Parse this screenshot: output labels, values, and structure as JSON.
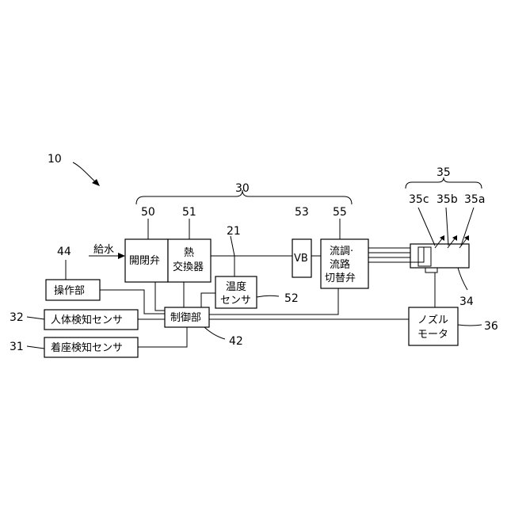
{
  "references": {
    "system": "10",
    "group_30": "30",
    "group_35": "35",
    "valve_50": "50",
    "heat_exchanger_51": "51",
    "pipe_21": "21",
    "vb_53": "53",
    "flow_valve_55": "55",
    "operation_44": "44",
    "human_sensor_32": "32",
    "seat_sensor_31": "31",
    "temp_sensor_52": "52",
    "controller_42": "42",
    "nozzle_34": "34",
    "motor_36": "36",
    "nozzle_35a": "35a",
    "nozzle_35b": "35b",
    "nozzle_35c": "35c"
  },
  "labels": {
    "water_supply": "給水",
    "open_close_valve": "開閉弁",
    "heat_exchanger_line1": "熱",
    "heat_exchanger_line2": "交換器",
    "temp_sensor_line1": "温度",
    "temp_sensor_line2": "センサ",
    "vb": "VB",
    "flow_valve_line1": "流調·",
    "flow_valve_line2": "流路",
    "flow_valve_line3": "切替弁",
    "operation_unit": "操作部",
    "human_sensor": "人体検知センサ",
    "seat_sensor": "着座検知センサ",
    "controller": "制御部",
    "nozzle_motor_line1": "ノズル",
    "nozzle_motor_line2": "モータ"
  },
  "colors": {
    "stroke": "#000000",
    "background": "#ffffff"
  }
}
